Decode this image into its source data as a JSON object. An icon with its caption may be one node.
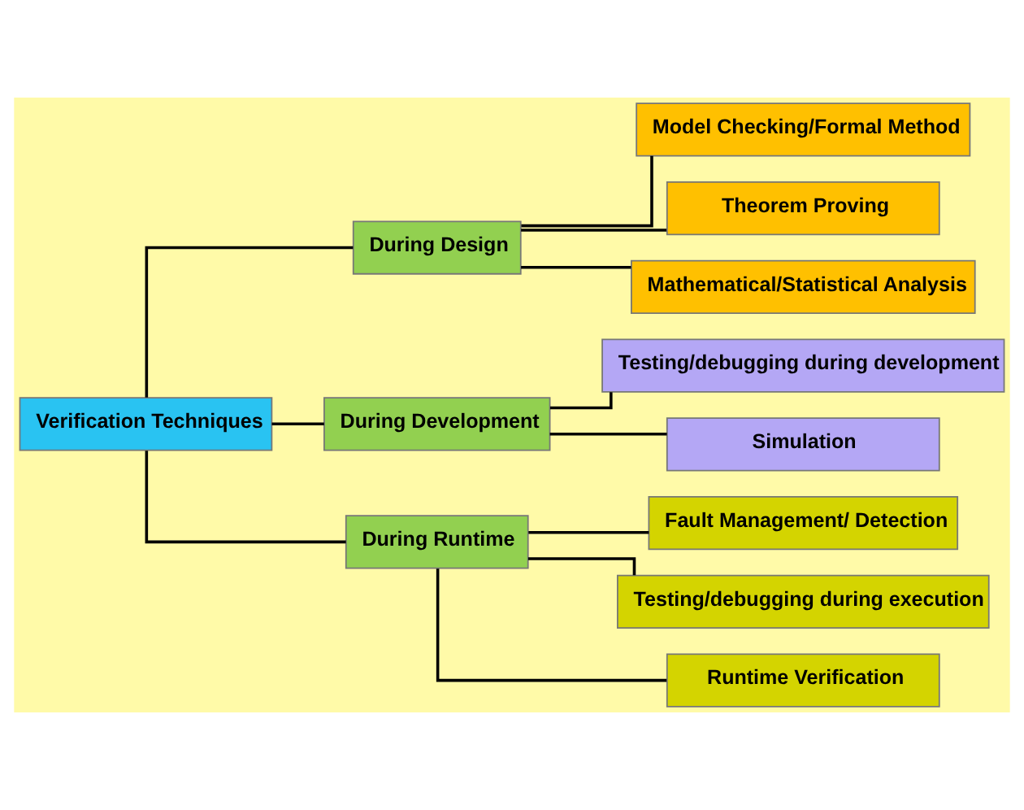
{
  "diagram": {
    "nodes": [
      {
        "text": [
          "Verification Techniques"
        ]
      },
      {
        "text": [
          "During Design"
        ]
      },
      {
        "text": [
          "During Development"
        ]
      },
      {
        "text": [
          "During Runtime"
        ]
      },
      {
        "text": [
          "Model Checking/Formal Method"
        ]
      },
      {
        "text": [
          "Theorem Proving"
        ]
      },
      {
        "text": [
          "Mathematical/Statistical Analysis"
        ]
      },
      {
        "text": [
          "Testing/debugging during development"
        ]
      },
      {
        "text": [
          "Simulation"
        ]
      },
      {
        "text": [
          "Fault Management/ Detection"
        ]
      },
      {
        "text": [
          "Testing/debugging during execution"
        ]
      },
      {
        "text": [
          "Runtime Verification"
        ]
      }
    ],
    "edges": [
      {
        "from": 0,
        "to": 1,
        "arrow": "none"
      },
      {
        "from": 0,
        "to": 2,
        "arrow": "none"
      },
      {
        "from": 0,
        "to": 3,
        "arrow": "none"
      },
      {
        "from": 1,
        "to": 4,
        "arrow": "none"
      },
      {
        "from": 1,
        "to": 5,
        "arrow": "none"
      },
      {
        "from": 1,
        "to": 6,
        "arrow": "none"
      },
      {
        "from": 2,
        "to": 7,
        "arrow": "none"
      },
      {
        "from": 2,
        "to": 8,
        "arrow": "none"
      },
      {
        "from": 3,
        "to": 9,
        "arrow": "none"
      },
      {
        "from": 3,
        "to": 10,
        "arrow": "none"
      },
      {
        "from": 3,
        "to": 11,
        "arrow": "none"
      }
    ]
  }
}
